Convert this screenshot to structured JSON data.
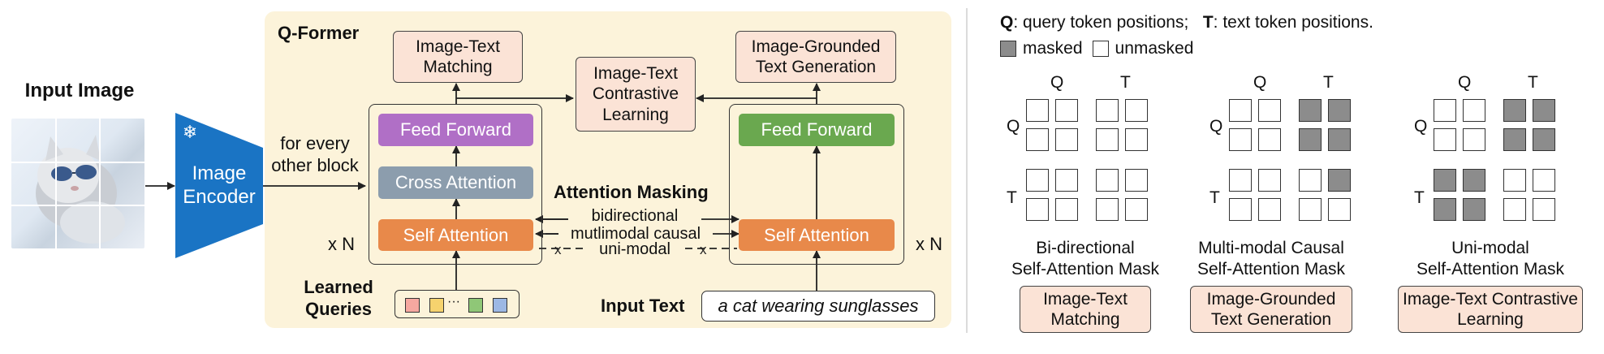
{
  "input_image": {
    "label": "Input Image"
  },
  "encoder": {
    "label": "Image Encoder",
    "icon": "snowflake-icon"
  },
  "for_every": "for every other block",
  "qformer": {
    "title": "Q-Former",
    "feed_forward_left": "Feed Forward",
    "cross_attention": "Cross Attention",
    "self_attention_left": "Self Attention",
    "feed_forward_right": "Feed Forward",
    "self_attention_right": "Self Attention",
    "xn_left": "x N",
    "xn_right": "x N",
    "itm": "Image-Text Matching",
    "itc": "Image-Text Contrastive Learning",
    "itg": "Image-Grounded Text Generation",
    "attention_masking": "Attention Masking",
    "mask_bidirectional": "bidirectional",
    "mask_causal": "mutlimodal causal",
    "mask_unimodal": "uni-modal",
    "learned_queries": "Learned Queries",
    "query_dots": "···",
    "input_text_label": "Input Text",
    "input_text_value": "a cat wearing sunglasses"
  },
  "colors": {
    "panel": "#fcf3da",
    "feed_forward_left": "#b06fc6",
    "cross_attention": "#8c9dad",
    "self_attention": "#e8894a",
    "feed_forward_right": "#6aa84f",
    "encoder": "#1a74c4",
    "masked": "#8c8c8c",
    "pink": "#fbe3d6",
    "query_tokens": [
      "#f6a8a0",
      "#f6d36e",
      "#8fc777",
      "#9cb8e4"
    ]
  },
  "legend": {
    "q_key": "Q",
    "q_text": ": query token positions;",
    "t_key": "T",
    "t_text": ": text token positions.",
    "masked": "masked",
    "unmasked": "unmasked"
  },
  "masks": [
    {
      "col_q": "Q",
      "col_t": "T",
      "row_q": "Q",
      "row_t": "T",
      "title_line1": "Bi-directional",
      "title_line2": "Self-Attention Mask",
      "task": "Image-Text Matching",
      "grid": [
        [
          0,
          0,
          0,
          0
        ],
        [
          0,
          0,
          0,
          0
        ],
        [
          0,
          0,
          0,
          0
        ],
        [
          0,
          0,
          0,
          0
        ]
      ]
    },
    {
      "col_q": "Q",
      "col_t": "T",
      "row_q": "Q",
      "row_t": "T",
      "title_line1": "Multi-modal Causal",
      "title_line2": "Self-Attention Mask",
      "task": "Image-Grounded Text Generation",
      "grid": [
        [
          0,
          0,
          1,
          1
        ],
        [
          0,
          0,
          1,
          1
        ],
        [
          0,
          0,
          0,
          1
        ],
        [
          0,
          0,
          0,
          0
        ]
      ]
    },
    {
      "col_q": "Q",
      "col_t": "T",
      "row_q": "Q",
      "row_t": "T",
      "title_line1": "Uni-modal",
      "title_line2": "Self-Attention Mask",
      "task": "Image-Text Contrastive Learning",
      "grid": [
        [
          0,
          0,
          1,
          1
        ],
        [
          0,
          0,
          1,
          1
        ],
        [
          1,
          1,
          0,
          0
        ],
        [
          1,
          1,
          0,
          0
        ]
      ]
    }
  ]
}
